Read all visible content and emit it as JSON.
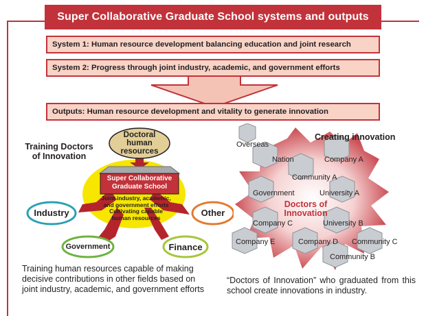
{
  "title": "Super Collaborative Graduate School systems and outputs",
  "systems": [
    "System 1: Human resource development balancing education and joint research",
    "System 2: Progress through joint industry, academic, and government efforts"
  ],
  "outputs": "Outputs: Human resource development and vitality to generate innovation",
  "left": {
    "heading_line1": "Training Doctors",
    "heading_line2": "of Innovation",
    "doctoral_line1": "Doctoral",
    "doctoral_line2": "human",
    "doctoral_line3": "resources",
    "school_line1": "Super Collaborative",
    "school_line2": "Graduate School",
    "center_line1": "Joint industry, academic,",
    "center_line2": "and government efforts",
    "center_line3": "Cultivating capable",
    "center_line4": "human resources",
    "industry": "Industry",
    "other": "Other",
    "government": "Government",
    "finance": "Finance",
    "caption": "Training human resources capable of making decisive contributions in other fields based on joint industry, academic, and government efforts"
  },
  "right": {
    "heading": "Creating innovation",
    "center_line1": "Doctors of",
    "center_line2": "Innovation",
    "labels": {
      "overseas": "Overseas",
      "nation": "Nation",
      "company_a": "Company A",
      "community_a": "Community A",
      "government": "Government",
      "university_a": "University A",
      "company_c": "Company C",
      "university_b": "University B",
      "company_e": "Company E",
      "company_d": "Company D",
      "community_c": "Community C",
      "community_b": "Community B"
    },
    "caption": "“Doctors of Innovation” who graduated from this school create innovations in industry."
  },
  "colors": {
    "brand_red": "#c2323a",
    "box_fill": "#f8d3c6",
    "yellow": "#f6e600",
    "industry_ring": "#2aa0b3",
    "other_ring": "#e47a2e",
    "government_ring": "#6cb33f",
    "finance_ring": "#a5c63b",
    "doctoral_fill": "#e2cf98",
    "hex_fill": "#c9ccd1"
  }
}
